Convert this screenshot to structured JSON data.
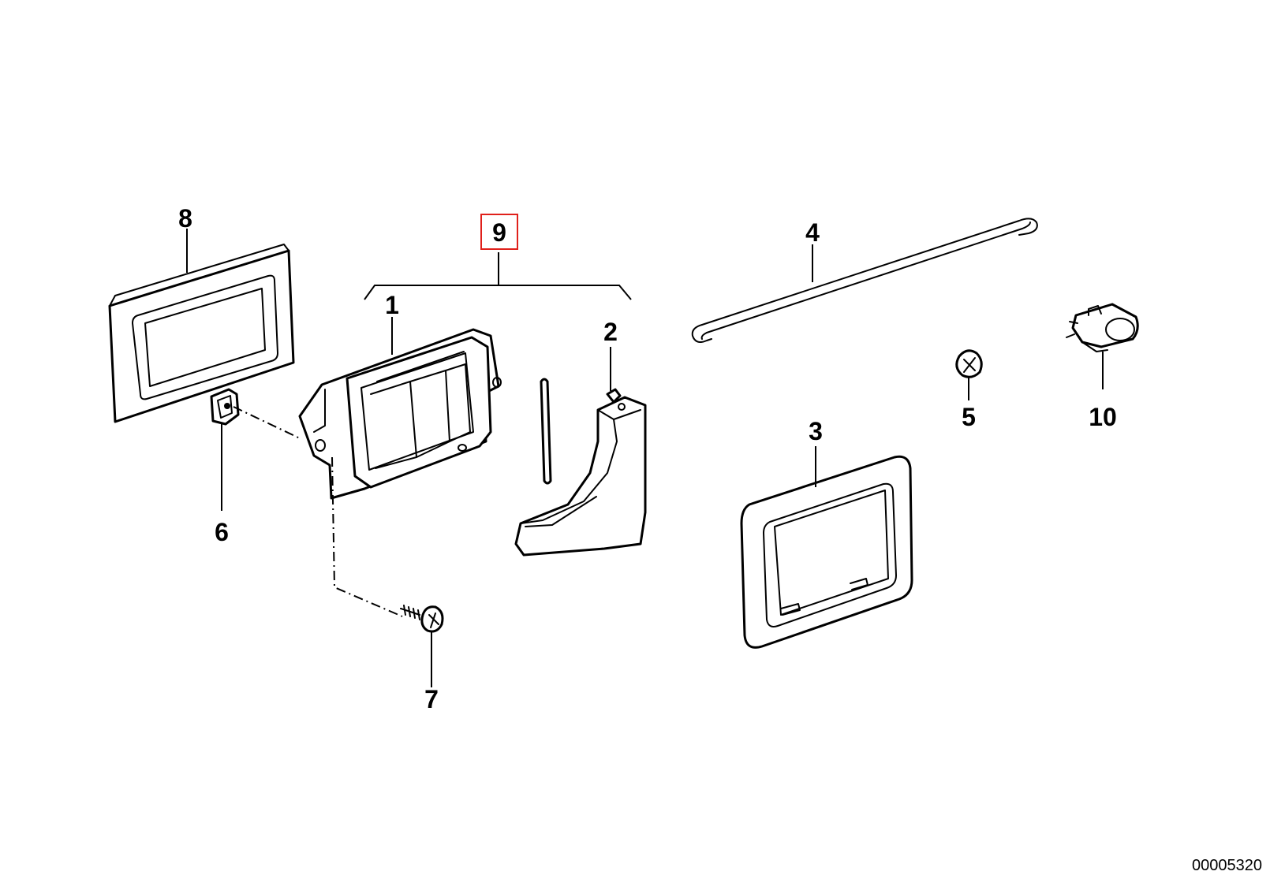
{
  "diagram": {
    "callouts": {
      "part_1": "1",
      "part_2": "2",
      "part_3": "3",
      "part_4": "4",
      "part_5": "5",
      "part_6": "6",
      "part_7": "7",
      "part_8": "8",
      "part_9": "9",
      "part_10": "10"
    },
    "highlighted_callout": "9",
    "highlight_color": "#e0201b",
    "document_id": "00005320"
  }
}
